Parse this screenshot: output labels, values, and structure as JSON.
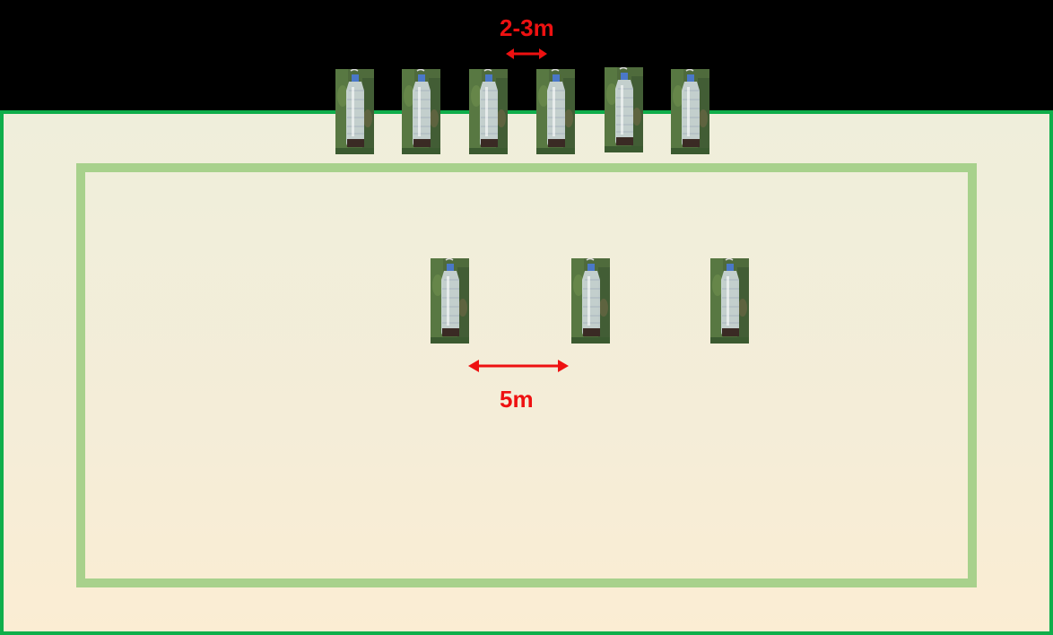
{
  "labels": {
    "edge_spacing": "2-3m",
    "inner_spacing": "5m"
  },
  "colors": {
    "background": "#000000",
    "field_border": "#0fae4b",
    "field_fill": "#efeedb",
    "inner_border": "#a8d18c",
    "annotation": "#ee1111"
  },
  "traps": {
    "edge_row_count": 6,
    "inner_row_count": 3,
    "icon": "bottle-trap-photo"
  }
}
